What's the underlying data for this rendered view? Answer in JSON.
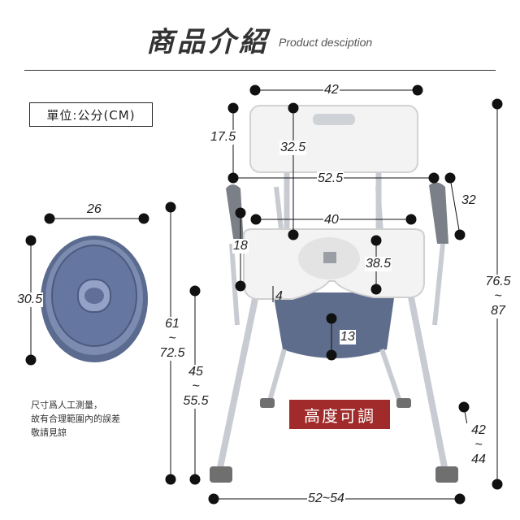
{
  "header": {
    "title": "商品介紹",
    "subtitle": "Product desciption"
  },
  "unit_label": "單位:公分(CM)",
  "dimensions": {
    "backrest_width": "42",
    "backrest_height": "17.5",
    "back_to_seat": "32.5",
    "arm_span": "52.5",
    "armrest_length": "32",
    "seat_width": "40",
    "arm_height": "18",
    "seat_depth": "38.5",
    "seat_gap": "4",
    "bucket_depth": "13",
    "total_height": "76.5\n~\n87",
    "back_leg_height": "61\n~\n72.5",
    "seat_height": "45\n~\n55.5",
    "leg_adjust": "42\n~\n44",
    "base_width": "52~54",
    "pot_width": "26",
    "pot_height": "30.5"
  },
  "note": [
    "尺寸爲人工測量，",
    "故有合理範圍內的誤差",
    "敬請見諒"
  ],
  "badge": "高度可調",
  "colors": {
    "badge": "#a12a2a",
    "chair_seat": "#f2f2f2",
    "frame": "#c8ccd2",
    "armrest": "#7b8088",
    "bucket": "#6b7a99"
  }
}
